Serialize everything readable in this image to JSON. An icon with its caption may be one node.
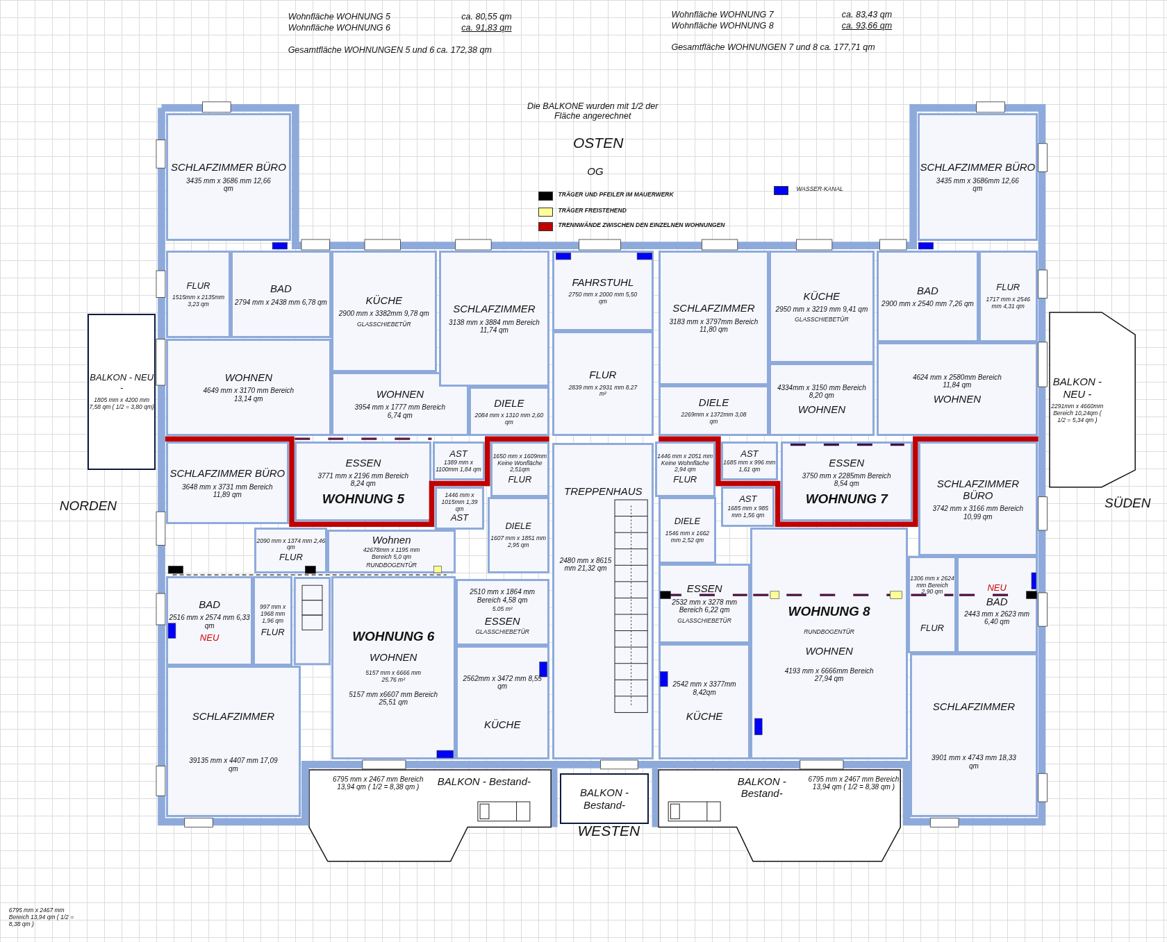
{
  "diagram": {
    "nodes": [
      {
        "text": [
          "SCHLAFZIMMER BÜRO",
          "3435 mm x 3686 mm 12,66 qm"
        ]
      },
      {
        "text": [
          "FLUR",
          "1515mm x 2135mm 3,23 qm"
        ]
      },
      {
        "text": [
          "BAD",
          "2794 mm x 2438 mm 6,78 qm"
        ]
      },
      {
        "text": [
          "KÜCHE",
          "2900 mm x 3382mm 9,78 qm",
          "GLASSCHIEBETÜR"
        ]
      },
      {
        "text": [
          "WOHNEN",
          "4649 mm x 3170 mm Bereich 13,14 qm"
        ]
      },
      {
        "text": [
          "WOHNEN",
          "3954 mm x 1777 mm Bereich 6,74 qm"
        ]
      },
      {
        "text": [
          "SCHLAFZIMMER",
          "3138 mm x 3884 mm Bereich 11,74 qm"
        ]
      },
      {
        "text": [
          "DIELE",
          "2084 mm x 1310 mm 2,60 qm"
        ]
      },
      {
        "text": [
          "FAHRSTUHL",
          "2750 mm x 2000 mm 5,50 qm"
        ]
      },
      {
        "text": [
          "FLUR",
          "2839 mm x 2931 mm 8.27 m²"
        ]
      },
      {
        "text": [
          "SCHLAFZIMMER",
          "3183 mm x 3797mm Bereich 11,80 qm"
        ]
      },
      {
        "text": [
          "KÜCHE",
          "2950 mm x 3219 mm 9,41 qm",
          "GLASSCHIEBETÜR"
        ]
      },
      {
        "text": [
          "DIELE",
          "2269mm x 1372mm 3,08 qm"
        ]
      },
      {
        "text": [
          "4334mm x 3150 mm Bereich 8,20 qm",
          "WOHNEN"
        ]
      },
      {
        "text": [
          "BAD",
          "2900 mm x 2540 mm 7,26 qm"
        ]
      },
      {
        "text": [
          "FLUR",
          "1717 mm x 2546 mm 4,31 qm"
        ]
      },
      {
        "text": [
          "SCHLAFZIMMER BÜRO",
          "3435 mm x 3686mm 12,66 qm"
        ]
      },
      {
        "text": [
          "4624 mm x 2580mm Bereich 11,84 qm",
          "WOHNEN"
        ]
      },
      {
        "text": [
          "BALKON - NEU -",
          "1805 mm x 4200 mm 7,58 qm ( 1/2 = 3,80 qm)"
        ]
      },
      {
        "text": [
          "BALKON - NEU -",
          "2291mm x 4660mm Bereich 10,24qm ( 1/2 = 5,34 qm )"
        ]
      },
      {
        "text": [
          "SCHLAFZIMMER BÜRO",
          "3648 mm x 3731 mm Bereich 11,89 qm"
        ]
      },
      {
        "text": [
          "ESSEN",
          "3771 mm x 2196 mm Bereich 8,24 qm",
          "WOHNUNG 5"
        ]
      },
      {
        "text": [
          "AST",
          "1389 mm x 1100mm 1,84 qm"
        ]
      },
      {
        "text": [
          "1446 mm x 1015mm 1,39 qm",
          "AST"
        ]
      },
      {
        "text": [
          "1650 mm x 1609mm Keine Wonfläche 2,51qm",
          "FLUR"
        ]
      },
      {
        "text": [
          "DIELE",
          "1607 mm x 1851 mm 2,95 qm"
        ]
      },
      {
        "text": [
          "Wohnen",
          "42678mm x 1195 mm Bereich 5,0 qm",
          "RUNDBOGENTÜR"
        ]
      },
      {
        "text": [
          "2090 mm x 1374 mm 2,46 qm",
          "FLUR"
        ]
      },
      {
        "text": [
          "BAD",
          "2516 mm x 2574 mm 6,33 qm",
          "NEU"
        ]
      },
      {
        "text": [
          "997 mm x 1968 mm 1,96 qm",
          "FLUR"
        ]
      },
      {
        "text": [
          "WOHNUNG 6",
          "WOHNEN",
          "5157 mm x 6666 mm 25.76 m²",
          "5157 mm x6607 mm Bereich 25,51 qm"
        ]
      },
      {
        "text": [
          "2510 mm x 1864 mm Bereich 4,58 qm",
          "5.05 m²",
          "ESSEN",
          "GLASSCHIEBETÜR"
        ]
      },
      {
        "text": [
          "2562mm x 3472 mm 8,55 qm",
          "KÜCHE"
        ]
      },
      {
        "text": [
          "SCHLAFZIMMER",
          "39135 mm x 4407 mm 17,09 qm"
        ]
      },
      {
        "text": [
          "TREPPENHAUS",
          "2480 mm x 8615 mm 21,32 qm"
        ]
      },
      {
        "text": [
          "1446 mm x 2051 mm Keine Wohnfläche 2,94 qm",
          "FLUR"
        ]
      },
      {
        "text": [
          "AST",
          "1685 mm x 996 mm 1,61 qm"
        ]
      },
      {
        "text": [
          "AST",
          "1685 mm x 985 mm 1,56 qm"
        ]
      },
      {
        "text": [
          "ESSEN",
          "3750 mm x 2285mm Bereich 8,54 qm",
          "WOHNUNG 7"
        ]
      },
      {
        "text": [
          "DIELE",
          "1546 mm x 1662 mm 2,52 qm"
        ]
      },
      {
        "text": [
          "ESSEN",
          "2532 mm x 3278 mm Bereich 6,22 qm",
          "GLASSCHIEBETÜR"
        ]
      },
      {
        "text": [
          "2542 mm x 3377mm 8,42qm",
          "KÜCHE"
        ]
      },
      {
        "text": [
          "WOHNUNG 8",
          "RUNDBOGENTÜR",
          "WOHNEN",
          "4193 mm x 6666mm Bereich 27,94 qm"
        ]
      },
      {
        "text": [
          "SCHLAFZIMMER BÜRO",
          "3742 mm x 3166 mm Bereich 10,99 qm"
        ]
      },
      {
        "text": [
          "1306 mm x 2624 mm Bereich 2,90 qm",
          "FLUR"
        ]
      },
      {
        "text": [
          "NEU",
          "BAD",
          "2443 mm x 2623 mm 6,40 qm"
        ]
      },
      {
        "text": [
          "SCHLAFZIMMER",
          "3901 mm x 4743 mm 18,33 qm"
        ]
      },
      {
        "text": [
          "6795 mm x 2467 mm Bereich 13,94 qm ( 1/2 = 8,38 qm )",
          "BALKON - Bestand-"
        ]
      },
      {
        "text": [
          "BALKON - Bestand-"
        ]
      },
      {
        "text": [
          "BALKON - Bestand-",
          "6795 mm x 2467 mm Bereich 13,94 qm ( 1/2 = 8,38 qm )"
        ]
      }
    ],
    "labels": [
      "Wohnfläche WOHNUNG 5",
      "ca. 80,55 qm",
      "Wohnfläche WOHNUNG 6",
      "ca. 91,83 qm",
      "Gesamtfläche WOHNUNGEN 5 und 6 ca. 172,38 qm",
      "Wohnfläche WOHNUNG 7",
      "ca. 83,43 qm",
      "Wohnfläche WOHNUNG 8",
      "ca. 93,66 qm",
      "Gesamtfläche WOHNUNGEN 7 und 8 ca. 177,71 qm",
      "Die BALKONE wurden mit 1/2 der Fläche angerechnet",
      "OSTEN",
      "OG",
      "NORDEN",
      "SÜDEN",
      "WESTEN",
      "6795 mm x 2467 mm Bereich 13,94 qm ( 1/2 = 8,38 qm )"
    ],
    "legend": [
      {
        "text": "TRÄGER UND PFEILER IM MAUERWERK",
        "color": "#000000"
      },
      {
        "text": "TRÄGER FREISTEHEND",
        "color": "#ffff99"
      },
      {
        "text": "TRENNWÄNDE ZWISCHEN DEN EINZELNEN WOHNUNGEN",
        "color": "#c00000"
      },
      {
        "text": "WASSER-KANAL",
        "color": "#0000ff"
      }
    ]
  }
}
